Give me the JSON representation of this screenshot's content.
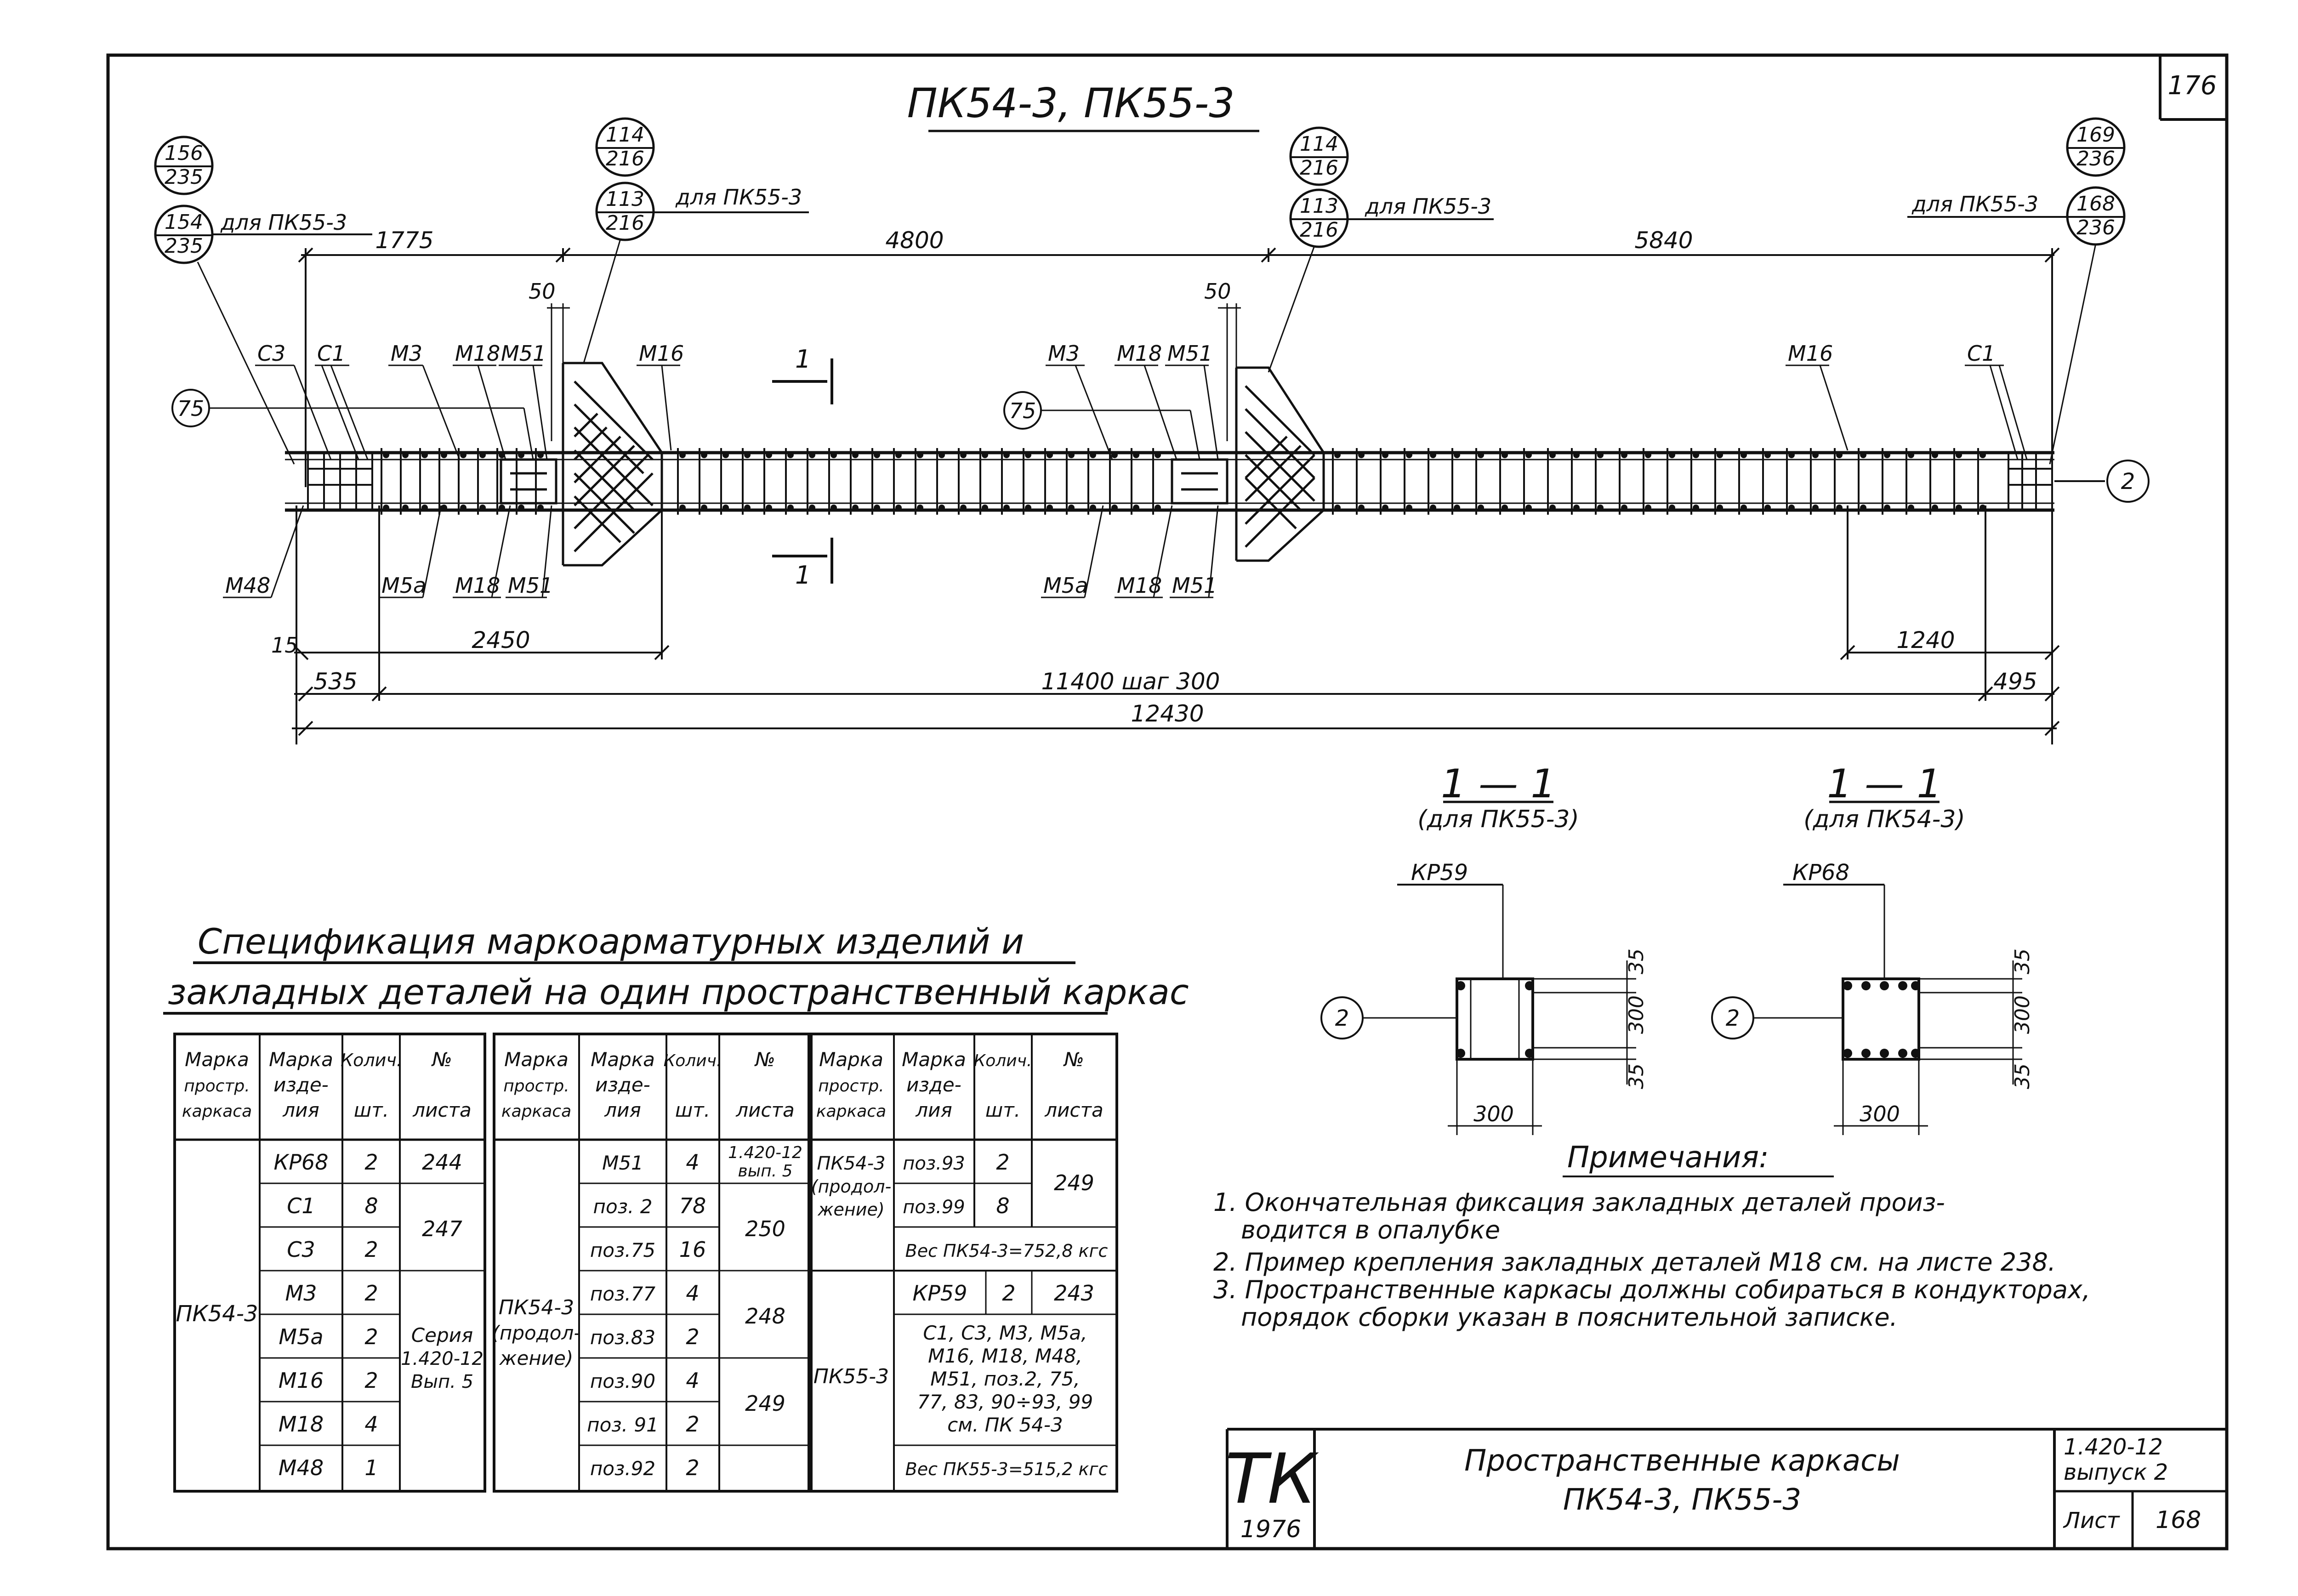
{
  "page_number": "176",
  "title": "ПК54-3, ПК55-3",
  "refs": {
    "r1_top": "156",
    "r1_bot": "235",
    "r2_top": "154",
    "r2_bot": "235",
    "r2_note": "для ПК55-3",
    "r3_top": "114",
    "r3_bot": "216",
    "r4_top": "113",
    "r4_bot": "216",
    "r4_note": "для ПК55-3",
    "r5_top": "114",
    "r5_bot": "216",
    "r6_top": "113",
    "r6_bot": "216",
    "r6_note": "для ПК55-3",
    "r7_top": "169",
    "r7_bot": "236",
    "r8_top": "168",
    "r8_bot": "236",
    "r8_note": "для ПК55-3",
    "circ_75": "75",
    "circ_2": "2"
  },
  "dims": {
    "d1775": "1775",
    "d4800": "4800",
    "d5840": "5840",
    "d50": "50",
    "d15": "15",
    "d2450": "2450",
    "d1240": "1240",
    "d535": "535",
    "d11400": "11400 шаг 300",
    "d495": "495",
    "d12430": "12430"
  },
  "marks": {
    "c3": "С3",
    "c1": "С1",
    "m3": "М3",
    "m18": "М18",
    "m51": "М51",
    "m16": "М16",
    "m48": "М48",
    "m5a": "М5а",
    "section": "1"
  },
  "sections": {
    "title": "1 — 1",
    "left_sub": "(для ПК55-3)",
    "right_sub": "(для ПК54-3)",
    "left_kr": "КР59",
    "right_kr": "КР68",
    "d35": "35",
    "d300": "300"
  },
  "spec": {
    "title1": "Спецификация маркоарматурных изделий и",
    "title2": "закладных деталей на один пространственный каркас",
    "h_mark1": "Марка",
    "h_mark2": "простр.",
    "h_mark3": "каркаса",
    "h_item1": "Марка",
    "h_item2": "изде-",
    "h_item3": "лия",
    "h_qty1": "Колич.",
    "h_qty2": "шт.",
    "h_sheet1": "№",
    "h_sheet2": "листа",
    "t1_group": "ПК54-3",
    "t1_rows": [
      {
        "item": "КР68",
        "qty": "2",
        "sheet": "244"
      },
      {
        "item": "С1",
        "qty": "8"
      },
      {
        "item": "С3",
        "qty": "2"
      },
      {
        "item": "М3",
        "qty": "2"
      },
      {
        "item": "М5а",
        "qty": "2"
      },
      {
        "item": "М16",
        "qty": "2"
      },
      {
        "item": "М18",
        "qty": "4"
      },
      {
        "item": "М48",
        "qty": "1"
      }
    ],
    "t1_s247": "247",
    "t1_seria1": "Серия",
    "t1_seria2": "1.420-12",
    "t1_seria3": "Вып. 5",
    "t2_group1": "ПК54-3",
    "t2_group2": "(продол-",
    "t2_group3": "жение)",
    "t2_rows": [
      {
        "item": "М51",
        "qty": "4"
      },
      {
        "item": "поз. 2",
        "qty": "78"
      },
      {
        "item": "поз.75",
        "qty": "16"
      },
      {
        "item": "поз.77",
        "qty": "4"
      },
      {
        "item": "поз.83",
        "qty": "2"
      },
      {
        "item": "поз.90",
        "qty": "4"
      },
      {
        "item": "поз. 91",
        "qty": "2"
      },
      {
        "item": "поз.92",
        "qty": "2"
      }
    ],
    "t2_s1": "1.420-12",
    "t2_s2": "вып. 5",
    "t2_s250": "250",
    "t2_s248": "248",
    "t2_s249": "249",
    "t3_group1": "ПК54-3",
    "t3_group2": "(продол-",
    "t3_group3": "жение)",
    "t3_r1_item": "поз.93",
    "t3_r1_qty": "2",
    "t3_r2_item": "поз.99",
    "t3_r2_qty": "8",
    "t3_s249": "249",
    "t3_weight1": "Вес ПК54-3=752,8 кгс",
    "t3_group_b": "ПК55-3",
    "t3_kr_item": "КР59",
    "t3_kr_qty": "2",
    "t3_kr_sheet": "243",
    "t3_list1": "С1, С3, М3, М5а,",
    "t3_list2": "М16, М18, М48,",
    "t3_list3": "М51, поз.2, 75,",
    "t3_list4": "77, 83, 90÷93, 99",
    "t3_list5": "см. ПК 54-3",
    "t3_weight2": "Вес ПК55-3=515,2 кгс"
  },
  "notes": {
    "title": "Примечания:",
    "n1a": "1. Окончательная фиксация закладных деталей произ-",
    "n1b": "водится в опалубке",
    "n2": "2. Пример крепления закладных деталей М18 см. на листе 238.",
    "n3a": "3. Пространственные каркасы должны собираться в кондукторах,",
    "n3b": "порядок сборки указан в пояснительной записке."
  },
  "stamp": {
    "tk": "ТК",
    "year": "1976",
    "title1": "Пространственные каркасы",
    "title2": "ПК54-3, ПК55-3",
    "series": "1.420-12",
    "issue": "выпуск 2",
    "sheet_label": "Лист",
    "sheet_no": "168"
  }
}
